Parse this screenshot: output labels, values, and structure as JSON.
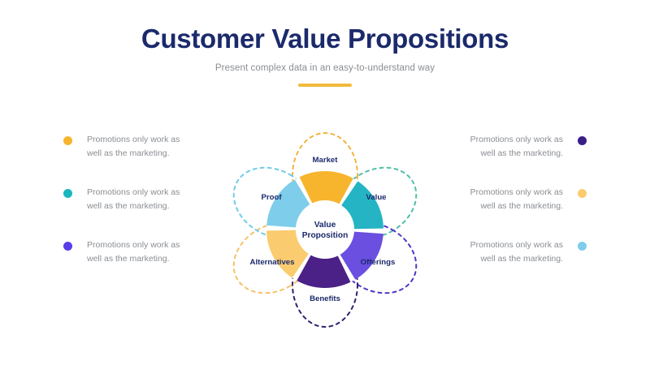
{
  "header": {
    "title": "Customer Value Propositions",
    "subtitle": "Present complex data in an easy-to-understand way",
    "divider_color": "#f2b93c"
  },
  "diagram": {
    "center_line1": "Value",
    "center_line2": "Proposition",
    "segments": [
      {
        "label": "Market",
        "ring_color": "#f7b52d",
        "petal_color": "#f3b340"
      },
      {
        "label": "Value",
        "ring_color": "#24b4c4",
        "petal_color": "#4fbfa8"
      },
      {
        "label": "Offerings",
        "ring_color": "#6a4fe0",
        "petal_color": "#4e36c4"
      },
      {
        "label": "Benefits",
        "ring_color": "#4b2187",
        "petal_color": "#2f2170"
      },
      {
        "label": "Alternatives",
        "ring_color": "#fbcb70",
        "petal_color": "#f5c266"
      },
      {
        "label": "Proof",
        "ring_color": "#7ecdeb",
        "petal_color": "#6fcbe8"
      }
    ]
  },
  "callouts": {
    "left": [
      {
        "text": "Promotions only work as well as the marketing.",
        "color": "#f7b52d"
      },
      {
        "text": "Promotions only work as well as the marketing.",
        "color": "#19b6bd"
      },
      {
        "text": "Promotions only work as well as the marketing.",
        "color": "#5b3de8"
      }
    ],
    "right": [
      {
        "text": "Promotions only work as well as the marketing.",
        "color": "#3b1d86"
      },
      {
        "text": "Promotions only work as well as the marketing.",
        "color": "#fbcb70"
      },
      {
        "text": "Promotions only work as well as the marketing.",
        "color": "#7ecdeb"
      }
    ]
  }
}
